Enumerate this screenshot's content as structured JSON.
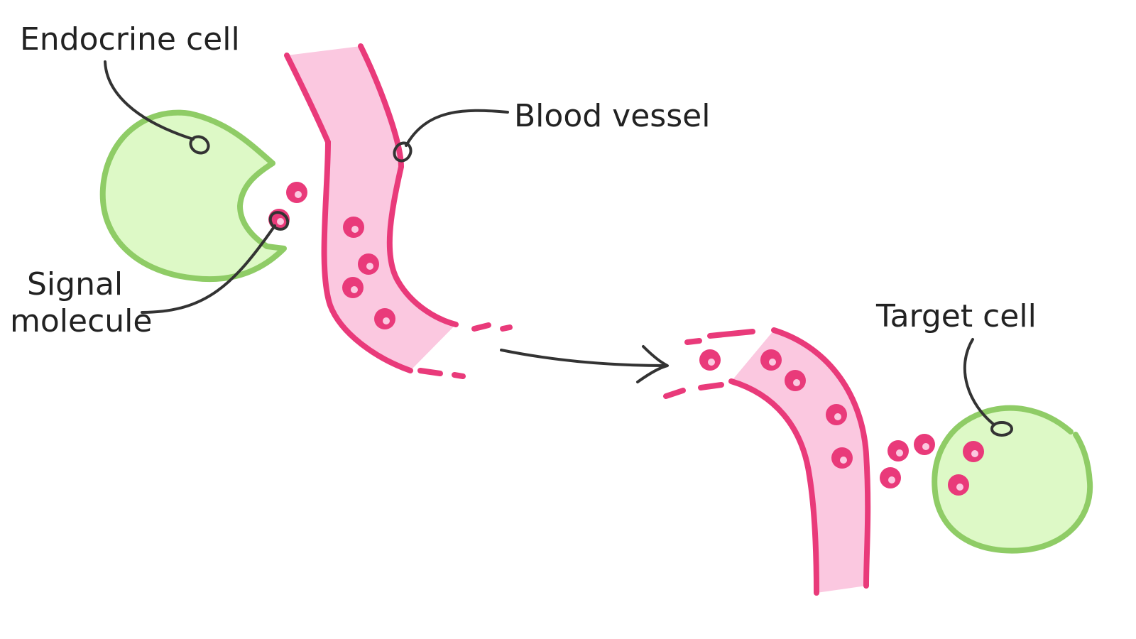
{
  "labels": {
    "endocrine_cell": "Endocrine cell",
    "blood_vessel": "Blood vessel",
    "signal_molecule_line1": "Signal",
    "signal_molecule_line2": "molecule",
    "target_cell": "Target cell"
  },
  "colors": {
    "cell_fill": "#ddf9c6",
    "cell_stroke": "#8fcc66",
    "vessel_fill": "#fbc8e0",
    "vessel_stroke": "#e93a7a",
    "molecule": "#e93a7a",
    "molecule_center": "#fbc8e0",
    "leader_line": "#333333"
  }
}
